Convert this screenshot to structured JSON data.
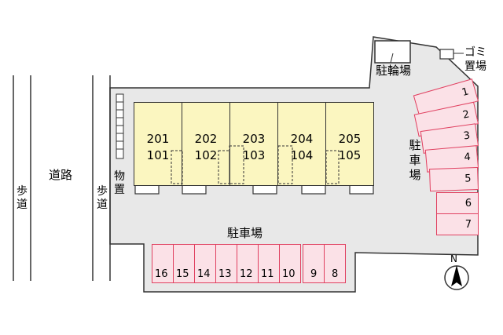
{
  "labels": {
    "sidewalk_left": "歩道",
    "road": "道路",
    "sidewalk_right": "歩道",
    "storage": "物置",
    "bicycle_parking": "駐輪場",
    "garbage": "ゴミ置場",
    "parking_right": "駐車場",
    "parking_bottom": "駐車場",
    "north": "N"
  },
  "units": [
    {
      "upper": "201",
      "lower": "101"
    },
    {
      "upper": "202",
      "lower": "102"
    },
    {
      "upper": "203",
      "lower": "103"
    },
    {
      "upper": "204",
      "lower": "104"
    },
    {
      "upper": "205",
      "lower": "105"
    }
  ],
  "parking_right": [
    "1",
    "2",
    "3",
    "4",
    "5",
    "6",
    "7"
  ],
  "parking_bottom": [
    "16",
    "15",
    "14",
    "13",
    "12",
    "11",
    "10",
    "9",
    "8"
  ],
  "colors": {
    "lot": "#e8e8e8",
    "unit_fill": "#fbf6c0",
    "stall_fill": "#fbe1e7",
    "stall_border": "#e04060"
  }
}
